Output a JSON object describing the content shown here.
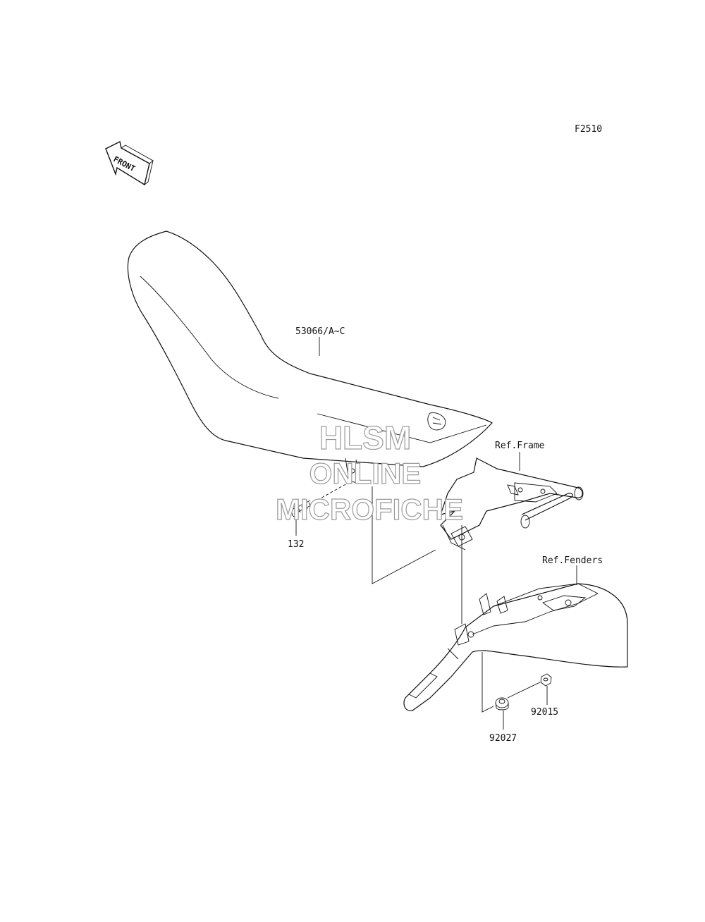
{
  "diagram_id": "F2510",
  "front_label": "FRONT",
  "callouts": {
    "seat": "53066/A~C",
    "bolt": "132",
    "frame_ref": "Ref.Frame",
    "fenders_ref": "Ref.Fenders",
    "nut": "92015",
    "collar": "92027"
  },
  "watermark": {
    "line1": "HLSM",
    "line2": "ONLINE",
    "line3": "MICROFICHE"
  }
}
